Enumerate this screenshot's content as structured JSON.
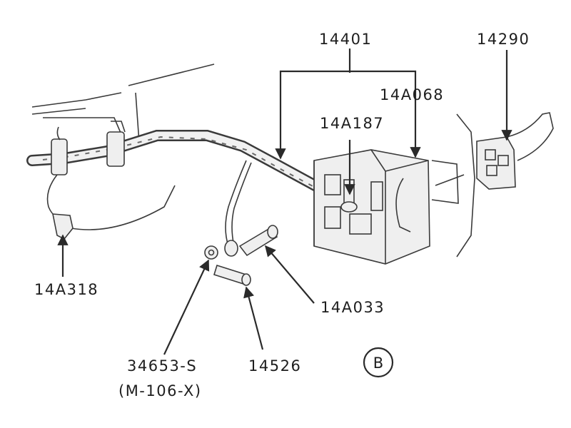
{
  "labels": {
    "p14401": "14401",
    "p14290": "14290",
    "p14A068": "14A068",
    "p14A187": "14A187",
    "p14A318": "14A318",
    "p14A033": "14A033",
    "p34653": "34653-S",
    "p34653b": "(M-106-X)",
    "p14526": "14526",
    "view": "B"
  },
  "colors": {
    "ink": "#2a2a2a",
    "paper": "#ffffff"
  }
}
